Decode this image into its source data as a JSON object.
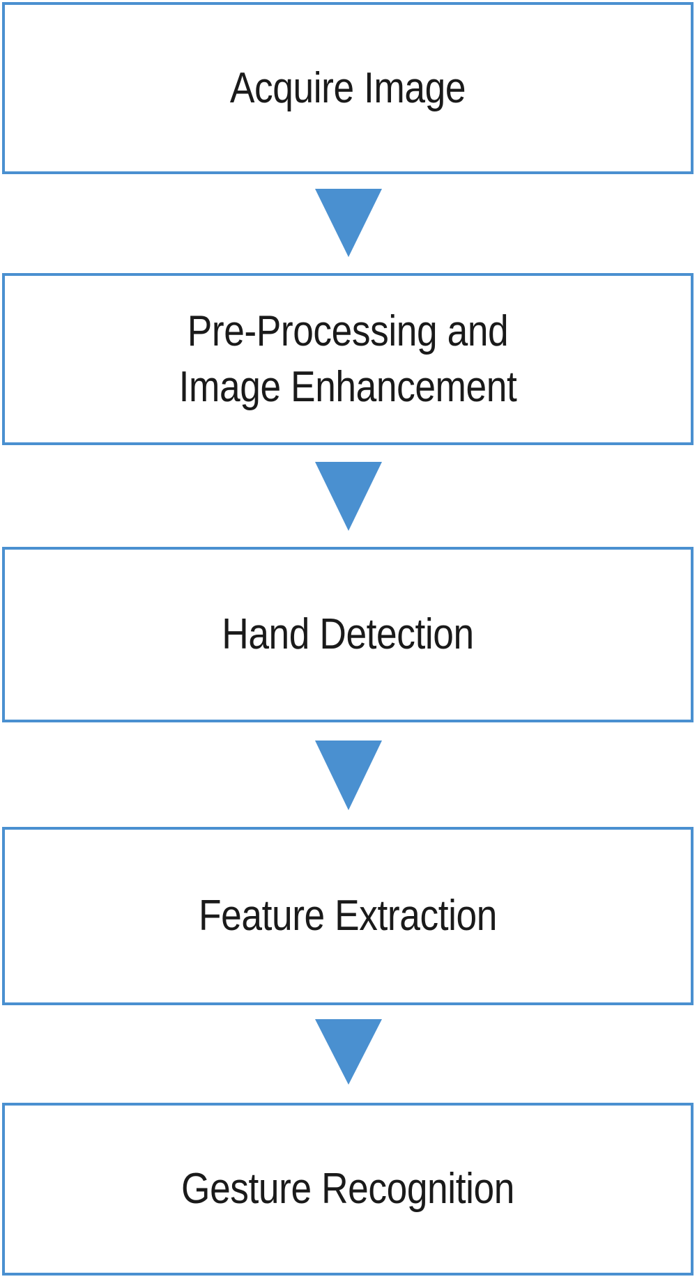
{
  "diagram": {
    "type": "flowchart",
    "orientation": "vertical-top-to-bottom",
    "title": "",
    "node_border_color": "#4a90d0",
    "node_fill_color": "#ffffff",
    "arrow_color": "#4a90d0",
    "text_color": "#1a1a1a",
    "background_color": "#ffffff",
    "nodes": [
      {
        "id": "acquire-image",
        "label": "Acquire Image"
      },
      {
        "id": "pre-processing",
        "label": "Pre-Processing and\nImage Enhancement"
      },
      {
        "id": "hand-detection",
        "label": "Hand Detection"
      },
      {
        "id": "feature-extraction",
        "label": "Feature Extraction"
      },
      {
        "id": "gesture-recognition",
        "label": "Gesture Recognition"
      }
    ],
    "connectors": [
      {
        "id": "arrow-acquire-to-preprocessing",
        "from": "acquire-image",
        "to": "pre-processing",
        "shape": "down-triangle"
      },
      {
        "id": "arrow-preprocessing-to-detection",
        "from": "pre-processing",
        "to": "hand-detection",
        "shape": "down-triangle"
      },
      {
        "id": "arrow-detection-to-extraction",
        "from": "hand-detection",
        "to": "feature-extraction",
        "shape": "down-triangle"
      },
      {
        "id": "arrow-extraction-to-recognition",
        "from": "feature-extraction",
        "to": "gesture-recognition",
        "shape": "down-triangle"
      }
    ]
  }
}
